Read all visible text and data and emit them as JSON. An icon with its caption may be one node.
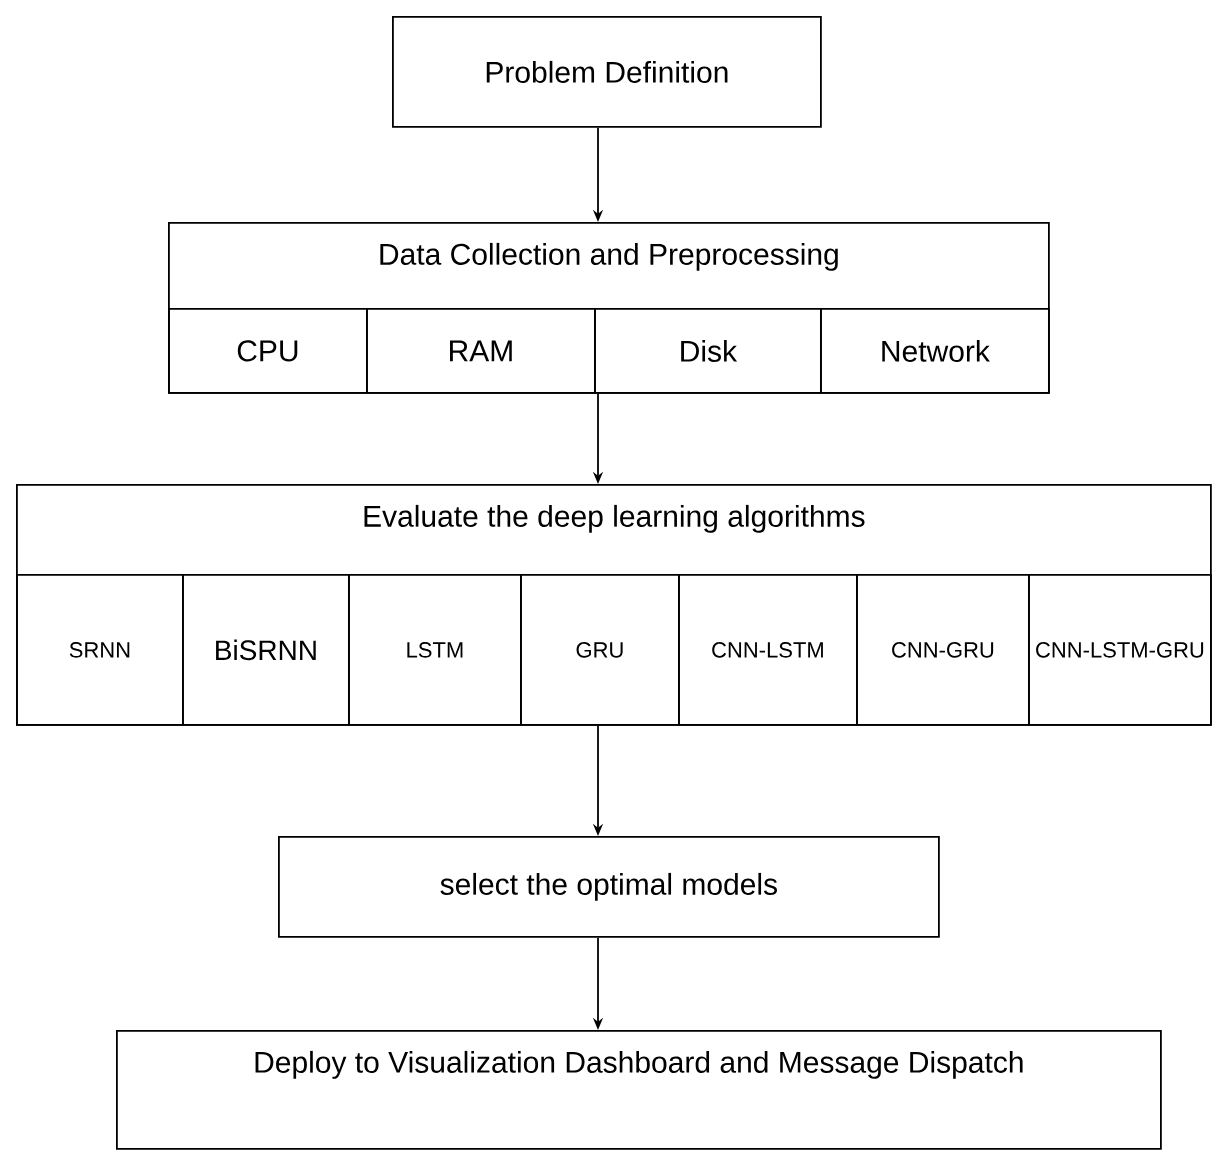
{
  "diagram": {
    "nodes": [
      {
        "text": [
          "Problem Definition"
        ]
      },
      {
        "text": [
          "Data Collection and Preprocessing"
        ]
      },
      {
        "text": [
          "CPU"
        ],
        "in": 1
      },
      {
        "text": [
          "RAM"
        ],
        "in": 1
      },
      {
        "text": [
          "Disk"
        ],
        "in": 1
      },
      {
        "text": [
          "Network"
        ],
        "in": 1
      },
      {
        "text": [
          "Evaluate the deep learning algorithms"
        ]
      },
      {
        "text": [
          "SRNN"
        ],
        "in": 6
      },
      {
        "text": [
          "BiSRNN"
        ],
        "in": 6
      },
      {
        "text": [
          "LSTM"
        ],
        "in": 6
      },
      {
        "text": [
          "GRU"
        ],
        "in": 6
      },
      {
        "text": [
          "CNN-LSTM"
        ],
        "in": 6
      },
      {
        "text": [
          "CNN-GRU"
        ],
        "in": 6
      },
      {
        "text": [
          "CNN-LSTM-GRU"
        ],
        "in": 6
      },
      {
        "text": [
          "select the optimal models"
        ]
      },
      {
        "text": [
          "Deploy to Visualization Dashboard and Message Dispatch"
        ]
      }
    ],
    "edges": [
      {
        "from": 0,
        "to": 1,
        "arrow": "to"
      },
      {
        "from": 1,
        "to": 6,
        "arrow": "to"
      },
      {
        "from": 6,
        "to": 14,
        "arrow": "to"
      },
      {
        "from": 14,
        "to": 15,
        "arrow": "to"
      }
    ]
  }
}
